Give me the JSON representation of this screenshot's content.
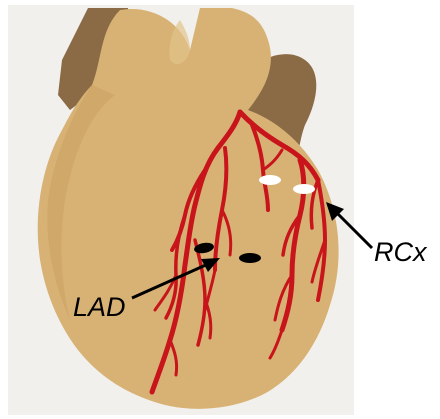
{
  "labels": {
    "lad": "LAD",
    "rcx": "RCx"
  },
  "colors": {
    "background_panel": "#f1f0ed",
    "heart_body": "#d8b274",
    "heart_shadow": "#8b6a46",
    "vessel": "#c8141b",
    "marker_dark": "#000000",
    "marker_light": "#ffffff",
    "arrow": "#000000"
  },
  "icons": {
    "arrow": "arrow-icon",
    "marker": "ellipse-marker"
  }
}
